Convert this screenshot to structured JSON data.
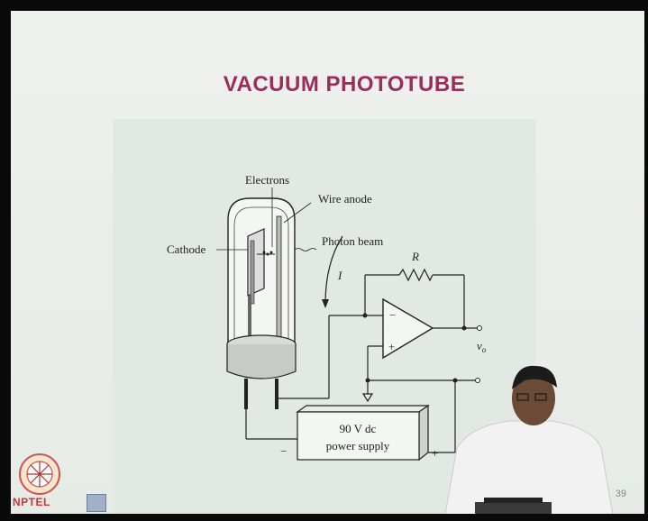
{
  "slide": {
    "title": "VACUUM PHOTOTUBE",
    "page_number": "39"
  },
  "diagram": {
    "labels": {
      "electrons": "Electrons",
      "wire_anode": "Wire anode",
      "cathode": "Cathode",
      "photon_beam": "Photon beam",
      "resistor": "R",
      "current": "I",
      "output": "v",
      "output_sub": "o",
      "plus_input": "+",
      "minus_input": "−",
      "supply_line1": "90 V dc",
      "supply_line2": "power supply",
      "supply_minus": "−",
      "supply_plus": "+"
    }
  },
  "logo": {
    "text": "NPTEL"
  }
}
